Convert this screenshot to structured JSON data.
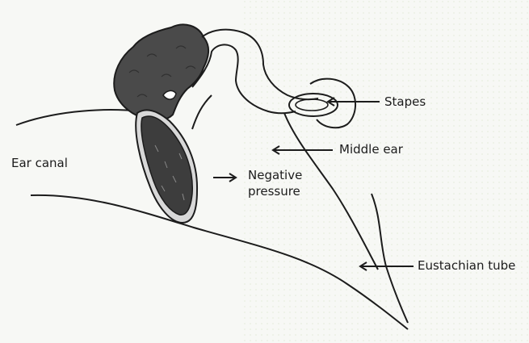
{
  "diagram": {
    "labels": {
      "ear_canal": "Ear canal",
      "negative_pressure_line1": "Negative",
      "negative_pressure_line2": "pressure",
      "stapes": "Stapes",
      "middle_ear": "Middle ear",
      "eustachian_tube": "Eustachian tube"
    },
    "colors": {
      "background": "#f7f8f5",
      "stroke": "#1c1c1c",
      "dark_fill": "#4a4a4a",
      "eardrum_fill": "#3d3d3d",
      "eardrum_rim": "#d8d8d8"
    }
  }
}
